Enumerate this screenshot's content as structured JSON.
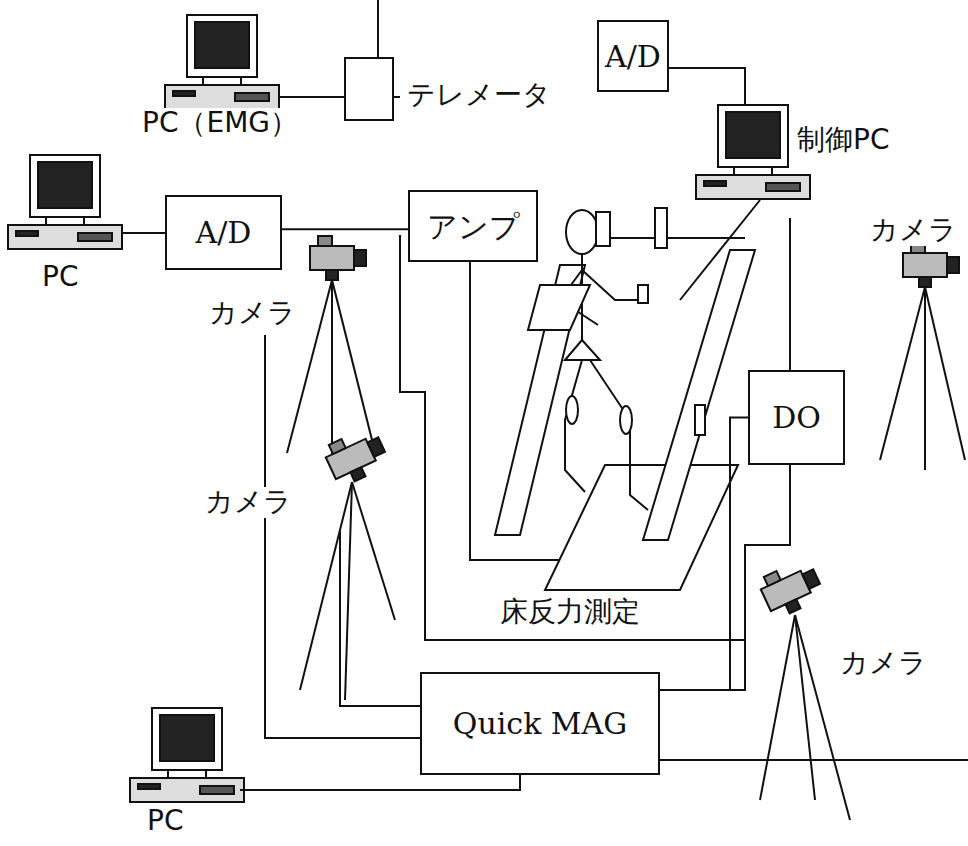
{
  "diagram": {
    "nodes": [
      {
        "text": [
          "A/D"
        ]
      },
      {
        "text": [
          "A/D"
        ]
      },
      {
        "text": [
          "アンプ"
        ]
      },
      {
        "text": [
          "DO"
        ]
      },
      {
        "text": [
          "Quick MAG"
        ]
      }
    ],
    "edges": [
      {
        "from": 1,
        "to": 2,
        "arrow": "none"
      },
      {
        "from": 4,
        "to": 3,
        "arrow": "none"
      }
    ],
    "labels": [
      "テレメータ",
      "PC（EMG）",
      "制御PC",
      "PC",
      "カメラ",
      "カメラ",
      "カメラ",
      "床反力測定",
      "カメラ",
      "PC"
    ]
  }
}
